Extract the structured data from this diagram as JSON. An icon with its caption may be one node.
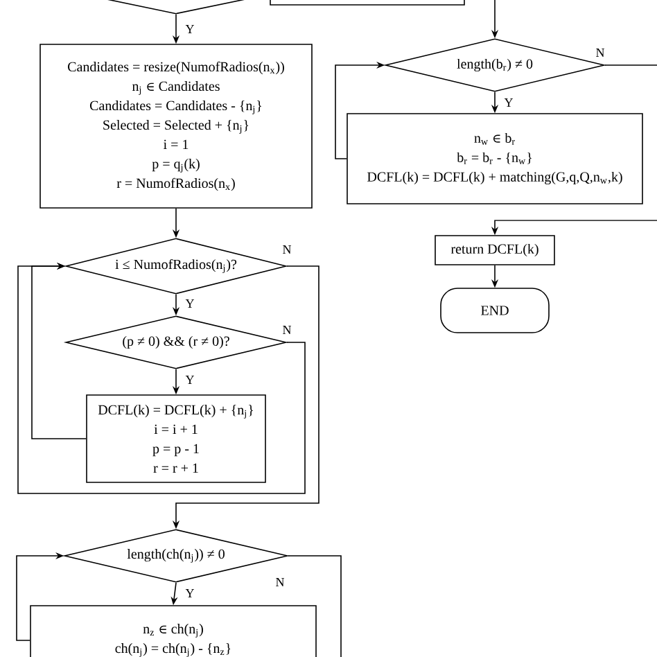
{
  "diagram": {
    "nodes": [
      {
        "text": [],
        "shape": "diamond"
      },
      {
        "text": [],
        "shape": "box"
      },
      {
        "text": [
          "Candidates = resize(NumofRadios(n$_{x}$))",
          "n$_{j}$ ∈ Candidates",
          "Candidates = Candidates - {n$_{j}$}",
          "Selected = Selected + {n$_{j}$}",
          "i = 1",
          "p = q$_{j}$(k)",
          "r = NumofRadios(n$_{x}$)"
        ]
      },
      {
        "text": [
          "i ≤ NumofRadios(n$_{j}$)?"
        ]
      },
      {
        "text": [
          "(p ≠ 0) && (r ≠ 0)?"
        ]
      },
      {
        "text": [
          "DCFL(k) = DCFL(k) + {n$_{j}$}",
          "i = i + 1",
          "p = p - 1",
          "r = r + 1"
        ]
      },
      {
        "text": [
          "length(ch(n$_{j}$)) ≠ 0"
        ]
      },
      {
        "text": [
          "n$_{z}$ ∈ ch(n$_{j}$)",
          "ch(n$_{j}$) = ch(n$_{j}$) - {n$_{z}$}"
        ]
      },
      {
        "text": [
          "length(b$_{r}$) ≠ 0"
        ]
      },
      {
        "text": [
          "n$_{w}$ ∈ b$_{r}$",
          "b$_{r}$ = b$_{r}$ - {n$_{w}$}",
          "DCFL(k) = DCFL(k) + matching(G,q,Q,n$_{w}$,k)"
        ]
      },
      {
        "text": [
          "return DCFL(k)"
        ]
      },
      {
        "text": [
          "END"
        ]
      }
    ],
    "edges": [
      {
        "from": 0,
        "to": 2,
        "arrow": "to",
        "label": "Y"
      },
      {
        "from": null,
        "to": 8,
        "arrow": "to"
      },
      {
        "from": 2,
        "to": 3,
        "arrow": "to"
      },
      {
        "from": 3,
        "to": 4,
        "arrow": "to",
        "label": "Y"
      },
      {
        "from": 4,
        "to": 5,
        "arrow": "to",
        "label": "Y"
      },
      {
        "from": 5,
        "to": 3,
        "arrow": "to"
      },
      {
        "from": 4,
        "to": 3,
        "arrow": "to",
        "label": "N"
      },
      {
        "from": 3,
        "to": 6,
        "arrow": "to",
        "label": "N"
      },
      {
        "from": 6,
        "to": 7,
        "arrow": "to",
        "label": "Y"
      },
      {
        "from": 7,
        "to": 6,
        "arrow": "to"
      },
      {
        "from": 6,
        "to": null,
        "arrow": "none",
        "label": "N"
      },
      {
        "from": 8,
        "to": 9,
        "arrow": "to",
        "label": "Y"
      },
      {
        "from": 9,
        "to": 8,
        "arrow": "to"
      },
      {
        "from": 8,
        "to": null,
        "arrow": "none",
        "label": "N"
      },
      {
        "from": null,
        "to": 10,
        "arrow": "to"
      },
      {
        "from": 10,
        "to": 11,
        "arrow": "to"
      }
    ]
  }
}
